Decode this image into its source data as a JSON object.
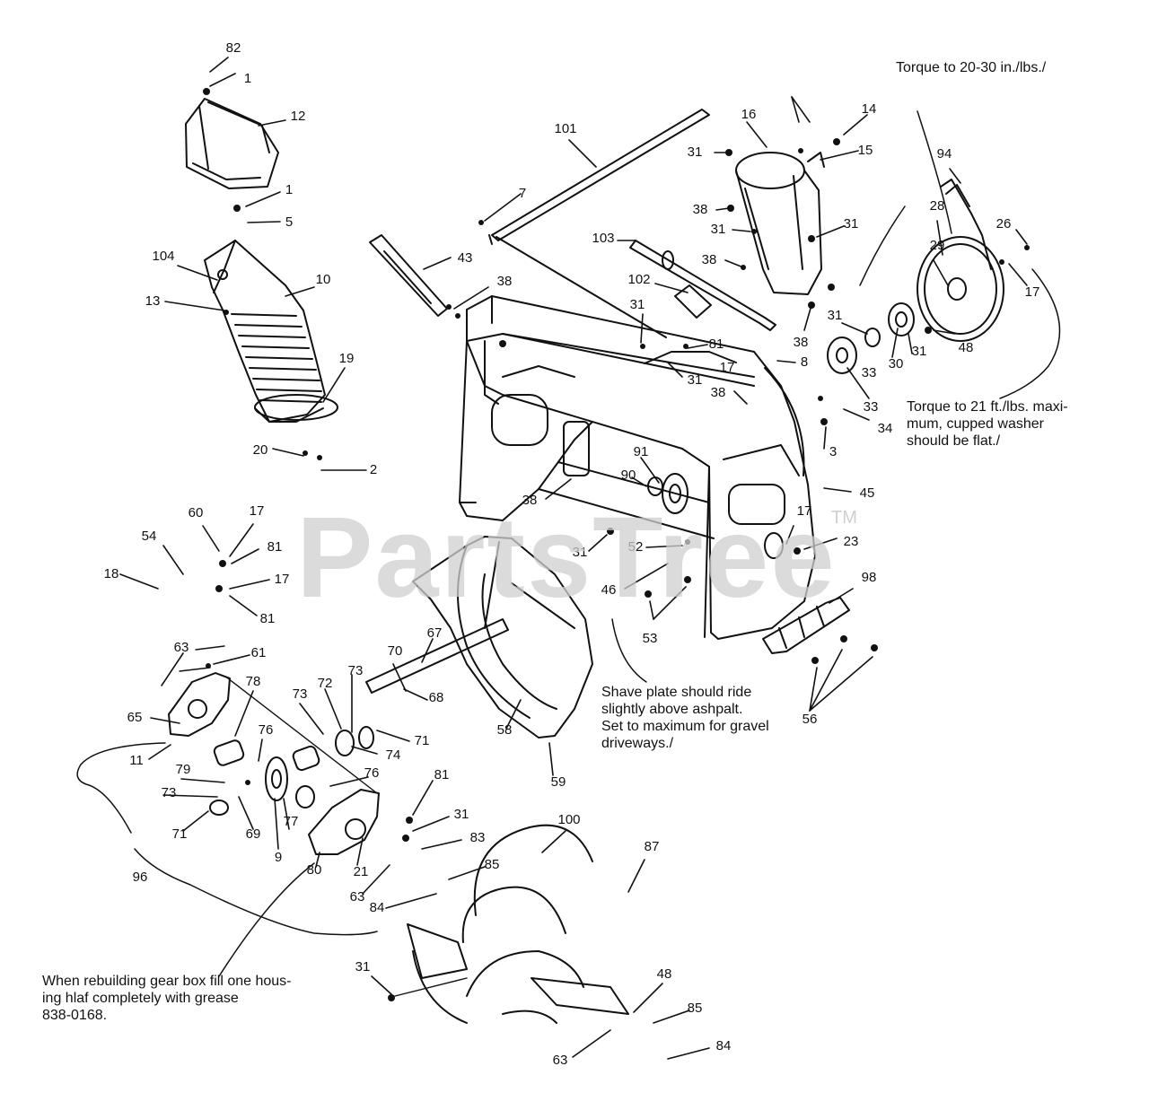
{
  "watermark": {
    "text": "PartsTree",
    "trademark": "TM"
  },
  "notes": {
    "torque_top": [
      "Torque to 20-30 in./lbs./"
    ],
    "torque_right": [
      "Torque to 21 ft./lbs. maxi-",
      "mum, cupped washer",
      "should be flat./"
    ],
    "shave_plate": [
      "Shave plate should ride",
      "slightly above ashpalt.",
      "Set to maximum for gravel",
      "driveways./"
    ],
    "gear_box": [
      "When rebuilding gear box fill one hous-",
      "ing hlaf completely with grease",
      "838-0168."
    ]
  },
  "callouts": [
    {
      "label": "82"
    },
    {
      "label": "1"
    },
    {
      "label": "12"
    },
    {
      "label": "1"
    },
    {
      "label": "5"
    },
    {
      "label": "104"
    },
    {
      "label": "13"
    },
    {
      "label": "10"
    },
    {
      "label": "19"
    },
    {
      "label": "20"
    },
    {
      "label": "2"
    },
    {
      "label": "101"
    },
    {
      "label": "7"
    },
    {
      "label": "43"
    },
    {
      "label": "38"
    },
    {
      "label": "103"
    },
    {
      "label": "102"
    },
    {
      "label": "31"
    },
    {
      "label": "81"
    },
    {
      "label": "31"
    },
    {
      "label": "17"
    },
    {
      "label": "8"
    },
    {
      "label": "38"
    },
    {
      "label": "38"
    },
    {
      "label": "16"
    },
    {
      "label": "14"
    },
    {
      "label": "31"
    },
    {
      "label": "15"
    },
    {
      "label": "38"
    },
    {
      "label": "31"
    },
    {
      "label": "31"
    },
    {
      "label": "38"
    },
    {
      "label": "31"
    },
    {
      "label": "48"
    },
    {
      "label": "94"
    },
    {
      "label": "28"
    },
    {
      "label": "29"
    },
    {
      "label": "26"
    },
    {
      "label": "17"
    },
    {
      "label": "31"
    },
    {
      "label": "30"
    },
    {
      "label": "33"
    },
    {
      "label": "33"
    },
    {
      "label": "34"
    },
    {
      "label": "3"
    },
    {
      "label": "45"
    },
    {
      "label": "91"
    },
    {
      "label": "90"
    },
    {
      "label": "38"
    },
    {
      "label": "17"
    },
    {
      "label": "23"
    },
    {
      "label": "31"
    },
    {
      "label": "52"
    },
    {
      "label": "98"
    },
    {
      "label": "46"
    },
    {
      "label": "53"
    },
    {
      "label": "56"
    },
    {
      "label": "60"
    },
    {
      "label": "17"
    },
    {
      "label": "54"
    },
    {
      "label": "81"
    },
    {
      "label": "18"
    },
    {
      "label": "17"
    },
    {
      "label": "81"
    },
    {
      "label": "63"
    },
    {
      "label": "61"
    },
    {
      "label": "65"
    },
    {
      "label": "78"
    },
    {
      "label": "11"
    },
    {
      "label": "76"
    },
    {
      "label": "79"
    },
    {
      "label": "73"
    },
    {
      "label": "71"
    },
    {
      "label": "69"
    },
    {
      "label": "9"
    },
    {
      "label": "77"
    },
    {
      "label": "70"
    },
    {
      "label": "67"
    },
    {
      "label": "72"
    },
    {
      "label": "73"
    },
    {
      "label": "73"
    },
    {
      "label": "74"
    },
    {
      "label": "71"
    },
    {
      "label": "68"
    },
    {
      "label": "58"
    },
    {
      "label": "59"
    },
    {
      "label": "76"
    },
    {
      "label": "81"
    },
    {
      "label": "31"
    },
    {
      "label": "83"
    },
    {
      "label": "21"
    },
    {
      "label": "80"
    },
    {
      "label": "63"
    },
    {
      "label": "85"
    },
    {
      "label": "84"
    },
    {
      "label": "100"
    },
    {
      "label": "87"
    },
    {
      "label": "96"
    },
    {
      "label": "31"
    },
    {
      "label": "48"
    },
    {
      "label": "85"
    },
    {
      "label": "63"
    },
    {
      "label": "84"
    }
  ]
}
